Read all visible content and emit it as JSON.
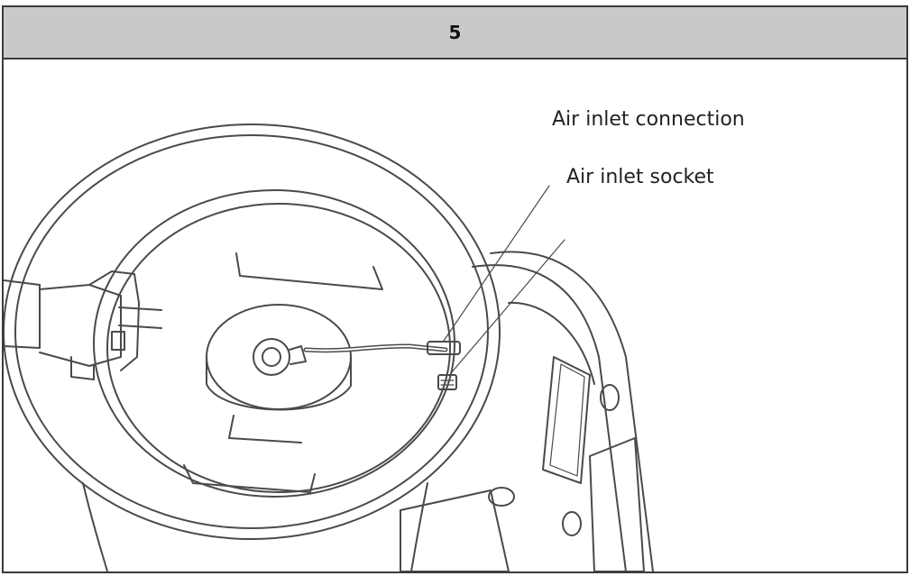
{
  "step": {
    "number": "5"
  },
  "callouts": [
    {
      "label": "Air inlet connection"
    },
    {
      "label": "Air inlet socket"
    }
  ],
  "colors": {
    "header_bg": "#c9c9c9",
    "border": "#3a3a3a",
    "line_art": "#4a4a4a"
  }
}
